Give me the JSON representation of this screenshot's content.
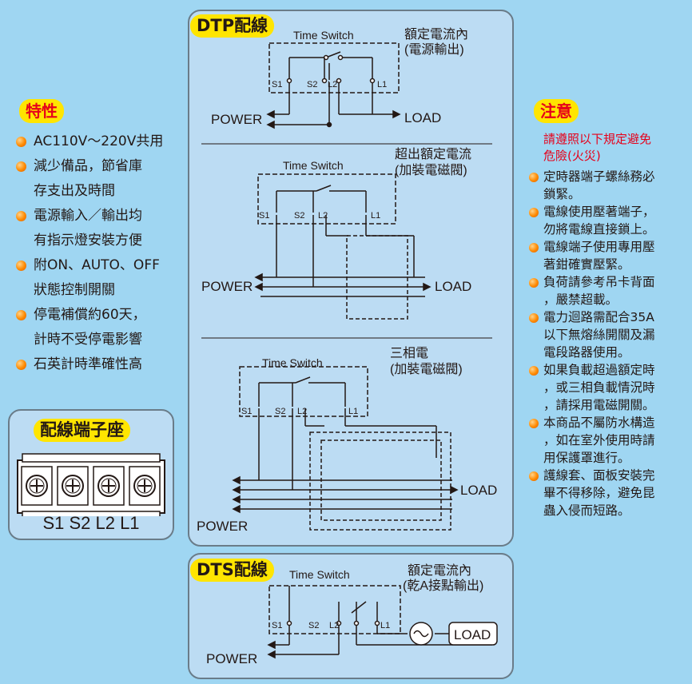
{
  "left": {
    "features_title": "特性",
    "features": [
      [
        "AC110V～220V共用"
      ],
      [
        "減少備品，節省庫",
        "存支出及時間"
      ],
      [
        "電源輸入／輸出均",
        "有指示燈安裝方便"
      ],
      [
        "附ON、AUTO、OFF",
        "狀態控制開關"
      ],
      [
        "停電補償約60天，",
        "計時不受停電影響"
      ],
      [
        "石英計時準確性高"
      ]
    ],
    "terminal_title": "配線端子座",
    "terminal_labels": "S1 S2 L2 L1"
  },
  "dtp": {
    "title": "DTP配線",
    "d1": {
      "ts": "Time Switch",
      "note1": "額定電流內",
      "note2": "(電源輸出)",
      "power": "POWER",
      "load": "LOAD"
    },
    "d2": {
      "ts": "Time Switch",
      "note1": "超出額定電流",
      "note2": "(加裝電磁閥)",
      "power": "POWER",
      "load": "LOAD"
    },
    "d3": {
      "ts": "Time Switch",
      "note1": "三相電",
      "note2": "(加裝電磁閥)",
      "power": "POWER",
      "load": "LOAD"
    }
  },
  "dts": {
    "title": "DTS配線",
    "ts": "Time Switch",
    "note1": "額定電流內",
    "note2": "(乾A接點輸出)",
    "power": "POWER",
    "load": "LOAD"
  },
  "right": {
    "title": "注意",
    "warning": [
      "請遵照以下規定避免",
      "危險(火災)"
    ],
    "items": [
      [
        "定時器端子螺絲務必",
        "鎖緊。"
      ],
      [
        "電線使用壓著端子，",
        "勿將電線直接鎖上。"
      ],
      [
        "電線端子使用專用壓",
        "著鉗確實壓緊。"
      ],
      [
        "負荷請參考吊卡背面",
        "，嚴禁超載。"
      ],
      [
        "電力迴路需配合35A",
        "以下無熔絲開關及漏",
        "電段路器使用。"
      ],
      [
        "如果負載超過額定時",
        "，或三相負載情況時",
        "，請採用電磁開關。"
      ],
      [
        "本商品不屬防水構造",
        "，如在室外使用時請",
        "用保護罩進行。"
      ],
      [
        "護線套、面板安裝完",
        "畢不得移除，避免昆",
        "蟲入侵而短路。"
      ]
    ]
  },
  "colors": {
    "background": "#9fd6f2",
    "panel": "#bcdcf3",
    "accent_yellow": "#ffe500",
    "accent_red": "#e6001a",
    "bullet": "#ff8a00"
  }
}
